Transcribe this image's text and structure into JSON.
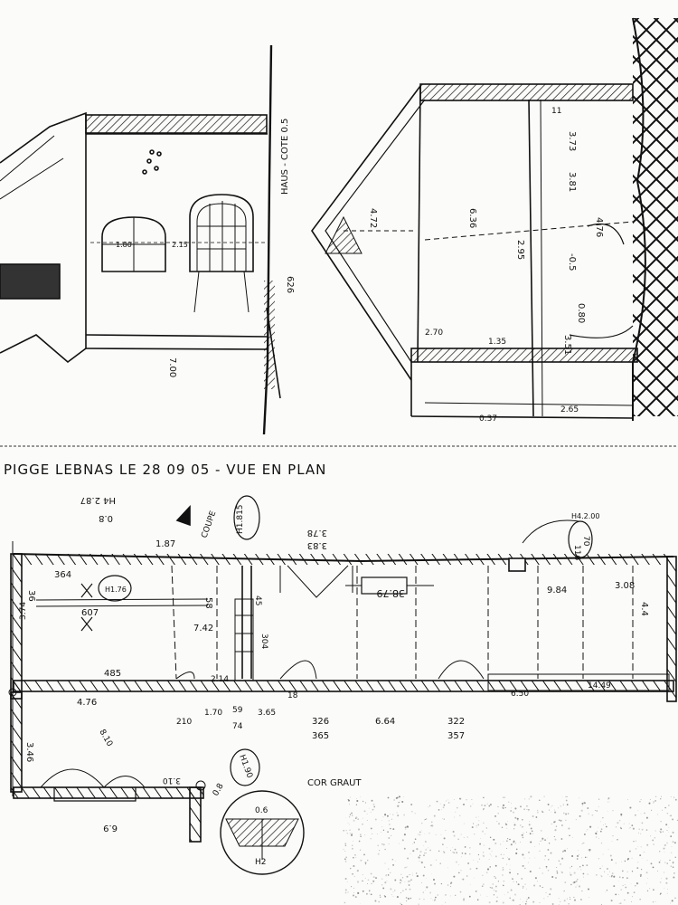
{
  "sheet": {
    "title": "PIGGE LEBNAS LE 28 09 05 - VUE EN PLAN"
  },
  "elevation": {
    "rotated_labels": [
      "HAUS - COTE 0.5",
      "626",
      "7.00",
      "1.80",
      "2.15"
    ]
  },
  "section": {
    "rotated_labels": [
      "4.72",
      "6.36",
      "2.95",
      "3.81",
      "3.73",
      "4.76",
      "-0.5",
      "0.80",
      "3.51",
      "1.35",
      "2.70",
      "0.37",
      "2.65",
      "11"
    ]
  },
  "plan": {
    "labels": {
      "h_top_left": "H4 2.87",
      "h_top_left_sub": "0.8",
      "h_top_left_sup": "2.87",
      "corner_mark": "COUPE",
      "circle_h": "H1.815",
      "d187": "1.87",
      "frac_top": "3.78",
      "frac_bottom": "3.83",
      "h_right_top": "H4.2.00",
      "h_right_frac_top": "70",
      "h_right_frac_bottom": "116",
      "d984": "9.84",
      "d308": "3.08",
      "d364": "364",
      "d36": "36",
      "d607": "607",
      "circle_h2": "H1.76",
      "d58": "58",
      "d742": "7.42",
      "d45": "45",
      "d304": "304",
      "box_value": "38.79",
      "d4x": "4.4",
      "d374": "3.74",
      "d485": "485",
      "d214": "2.14",
      "d476": "4.76",
      "d18": "18",
      "d210": "210",
      "d170": "1.70",
      "d365": "3.65",
      "frac_a_top": "326",
      "frac_a_bottom": "365",
      "d664": "6.64",
      "frac_b_top": "322",
      "frac_b_bottom": "357",
      "d650": "6.50",
      "d1449": "14.49",
      "d59": "59",
      "d74": "74",
      "d346": "3.46",
      "circle_h3": "H1.90",
      "d810": "8.10",
      "d310": "3.10",
      "dlab": "0.8",
      "cor_grau": "COR GRAUT",
      "d69": "6.9",
      "circle_bottom_a": "0.6",
      "circle_bottom_b": "H2"
    }
  }
}
